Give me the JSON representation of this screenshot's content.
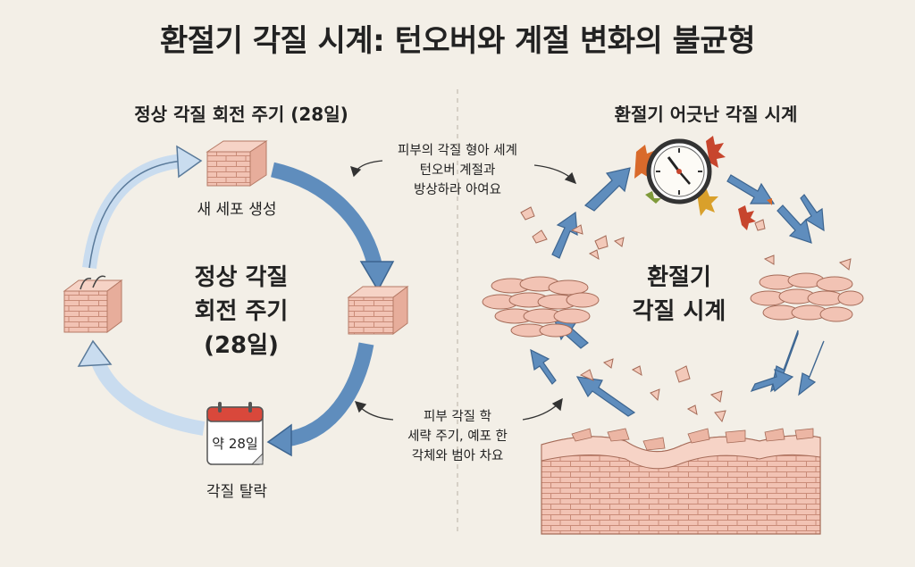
{
  "title": "환절기 각질 시계: 턴오버와 계절 변화의 불균형",
  "left": {
    "heading": "정상 각질 회전 주기 (28일)",
    "center_label": [
      "정상 각질",
      "회전 주기",
      "(28일)"
    ],
    "new_cells_caption": "새 세포 생성",
    "shedding_caption": "각질 탈락",
    "calendar_label": "약 28일"
  },
  "right": {
    "heading": "환절기 어긋난 각질 시계",
    "center_label": [
      "환절기",
      "각질 시계"
    ]
  },
  "notes": {
    "top": [
      "피부의 각질 형아 세계",
      "턴오버 계절과",
      "방상하라 아여요"
    ],
    "bottom": [
      "피부 각질 학",
      "세략 주기, 예포 한",
      "각체와 범아 차요"
    ]
  },
  "colors": {
    "arrow_light": "#c9dcef",
    "arrow_dark": "#4f7fb0",
    "skin": "#f2c3b4",
    "skin_line": "#c98b78",
    "calendar_red": "#d9483b",
    "leaf_orange": "#d96a2b",
    "leaf_green": "#7f9a3a"
  }
}
